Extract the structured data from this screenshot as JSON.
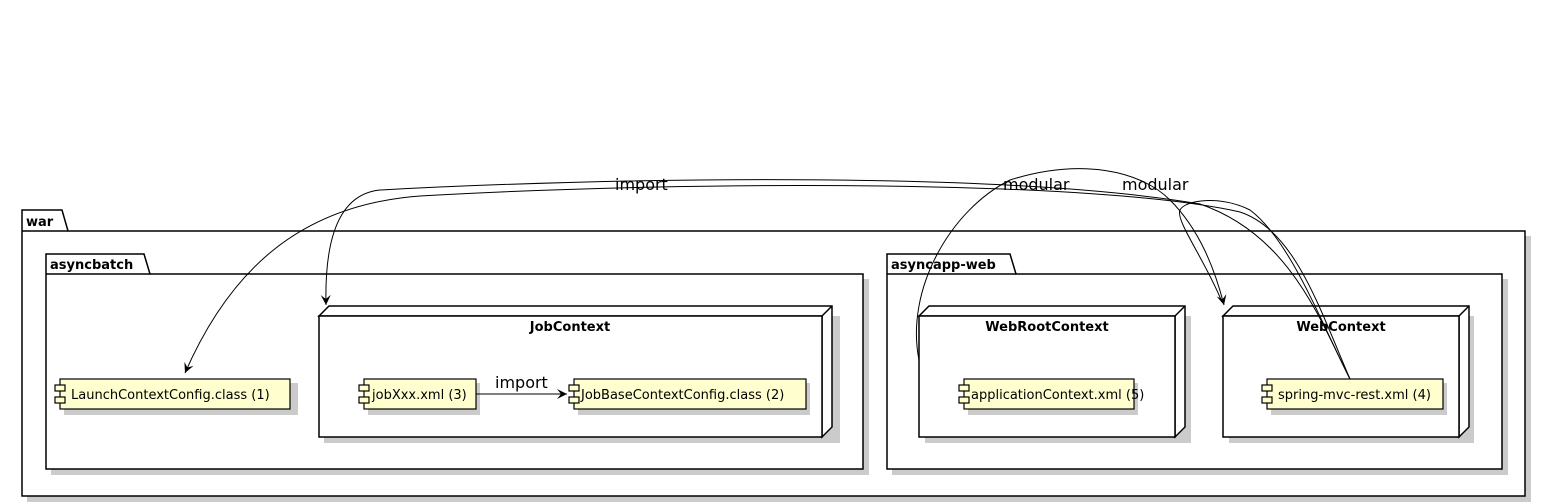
{
  "packages": {
    "war": "war",
    "asyncbatch": "asyncbatch",
    "asyncapp_web": "asyncapp-web"
  },
  "nodes": {
    "job_context": "JobContext",
    "web_root_context": "WebRootContext",
    "web_context": "WebContext"
  },
  "components": {
    "launch_context_config": "LaunchContextConfig.class (1)",
    "job_xxx": "jobXxx.xml (3)",
    "job_base_context_config": "JobBaseContextConfig.class (2)",
    "application_context": "applicationContext.xml (5)",
    "spring_mvc_rest": "spring-mvc-rest.xml (4)"
  },
  "edges": {
    "import_top": "import",
    "import_inner": "import",
    "modular_left": "modular",
    "modular_right": "modular"
  },
  "colors": {
    "component_fill": "#FEFECE",
    "stroke": "#000000",
    "background": "#FFFFFF"
  }
}
